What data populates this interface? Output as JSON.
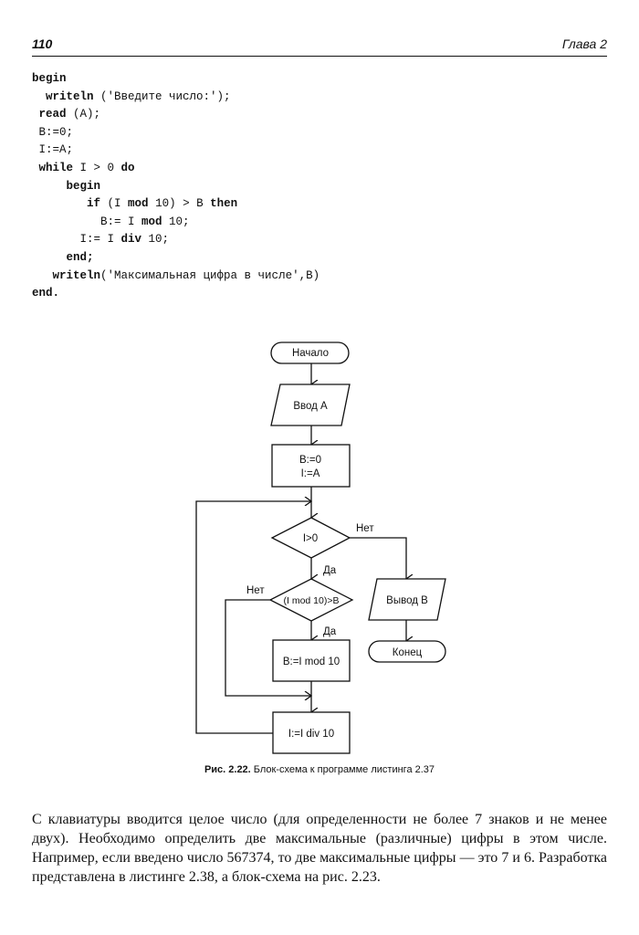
{
  "header": {
    "page_number": "110",
    "chapter": "Глава 2"
  },
  "code": {
    "lines": [
      {
        "indent": "",
        "parts": [
          {
            "t": "begin",
            "kw": true
          }
        ]
      },
      {
        "indent": "  ",
        "parts": [
          {
            "t": "writeln",
            "kw": true
          },
          {
            "t": " ('Введите число:');",
            "kw": false
          }
        ]
      },
      {
        "indent": " ",
        "parts": [
          {
            "t": "read",
            "kw": true
          },
          {
            "t": " (A);",
            "kw": false
          }
        ]
      },
      {
        "indent": " ",
        "parts": [
          {
            "t": "B:=0;",
            "kw": false
          }
        ]
      },
      {
        "indent": " ",
        "parts": [
          {
            "t": "I:=A;",
            "kw": false
          }
        ]
      },
      {
        "indent": " ",
        "parts": [
          {
            "t": "while",
            "kw": true
          },
          {
            "t": " I > 0 ",
            "kw": false
          },
          {
            "t": "do",
            "kw": true
          }
        ]
      },
      {
        "indent": "     ",
        "parts": [
          {
            "t": "begin",
            "kw": true
          }
        ]
      },
      {
        "indent": "        ",
        "parts": [
          {
            "t": "if",
            "kw": true
          },
          {
            "t": " (I ",
            "kw": false
          },
          {
            "t": "mod",
            "kw": true
          },
          {
            "t": " 10) > B ",
            "kw": false
          },
          {
            "t": "then",
            "kw": true
          }
        ]
      },
      {
        "indent": "          ",
        "parts": [
          {
            "t": "B:= I ",
            "kw": false
          },
          {
            "t": "mod",
            "kw": true
          },
          {
            "t": " 10;",
            "kw": false
          }
        ]
      },
      {
        "indent": "       ",
        "parts": [
          {
            "t": "I:= I ",
            "kw": false
          },
          {
            "t": "div",
            "kw": true
          },
          {
            "t": " 10;",
            "kw": false
          }
        ]
      },
      {
        "indent": "     ",
        "parts": [
          {
            "t": "end;",
            "kw": true
          }
        ]
      },
      {
        "indent": "   ",
        "parts": [
          {
            "t": "writeln",
            "kw": true
          },
          {
            "t": "('Максимальная цифра в числе',B)",
            "kw": false
          }
        ]
      },
      {
        "indent": "",
        "parts": [
          {
            "t": "end.",
            "kw": true
          }
        ]
      }
    ]
  },
  "flowchart": {
    "start": "Начало",
    "input": "Ввод A",
    "init_line1": "B:=0",
    "init_line2": "I:=A",
    "cond1": "I>0",
    "cond1_no": "Нет",
    "cond1_yes": "Да",
    "cond2": "(I mod 10)>B",
    "cond2_no": "Нет",
    "cond2_yes": "Да",
    "assign_b": "B:=I mod 10",
    "assign_i": "I:=I div 10",
    "output": "Вывод B",
    "end": "Конец"
  },
  "caption": {
    "label": "Рис. 2.22.",
    "text": " Блок-схема к программе листинга 2.37"
  },
  "paragraph": "С клавиатуры вводится целое число (для определенности не более 7 знаков и не менее двух). Необходимо определить две максимальные (различные) цифры в этом числе. Например, если введено число 567374, то две максимальные цифры — это 7 и 6. Разработка представлена в листинге 2.38, а блок-схема на рис. 2.23."
}
